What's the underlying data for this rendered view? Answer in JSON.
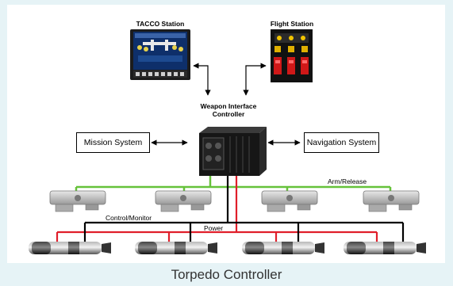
{
  "labels": {
    "tacco_station": "TACCO Station",
    "flight_station": "Flight Station",
    "weapon_interface_controller": "Weapon Interface\nController",
    "mission_system": "Mission System",
    "navigation_system": "Navigation System",
    "arm_release": "Arm/Release",
    "control_monitor": "Control/Monitor",
    "power": "Power"
  },
  "caption": "Torpedo Controller",
  "colors": {
    "arm_release_line": "#66c23a",
    "power_line": "#e01e2a",
    "control_line": "#000000",
    "background": "#e6f3f6"
  }
}
